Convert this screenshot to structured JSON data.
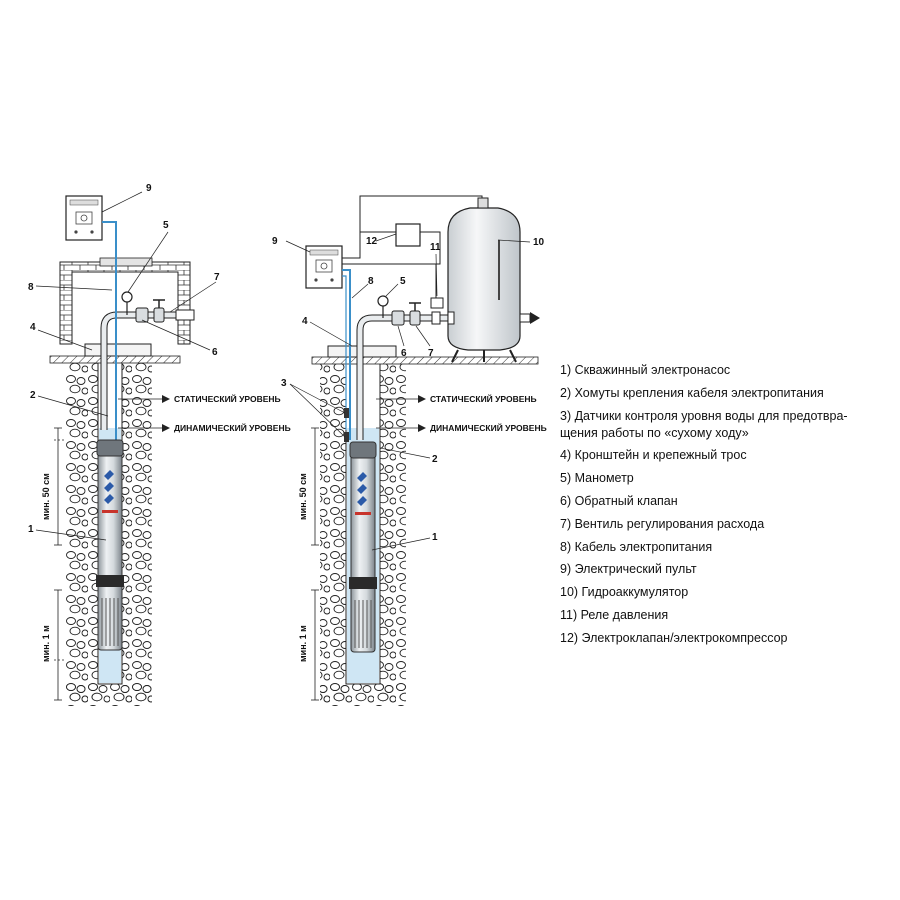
{
  "left": {
    "labels": [
      "9",
      "5",
      "7",
      "8",
      "4",
      "6",
      "2",
      "1"
    ],
    "static_level": "СТАТИЧЕСКИЙ УРОВЕНЬ",
    "dynamic_level": "ДИНАМИЧЕСКИЙ УРОВЕНЬ",
    "min_50": "мин. 50 см",
    "min_1m": "мин. 1 м"
  },
  "right": {
    "labels": [
      "9",
      "12",
      "11",
      "10",
      "8",
      "5",
      "4",
      "6",
      "7",
      "3",
      "2",
      "1"
    ],
    "static_level": "СТАТИЧЕСКИЙ УРОВЕНЬ",
    "dynamic_level": "ДИНАМИЧЕСКИЙ УРОВЕНЬ",
    "min_50": "мин. 50 см",
    "min_1m": "мин. 1 м"
  },
  "legend": [
    "1) Скважинный электронасос",
    "2) Хомуты крепления кабеля электропитания",
    "3) Датчики контроля уровня воды для предотвра-",
    "щения работы по «сухому ходу»",
    "4) Кронштейн и крепежный трос",
    "5) Манометр",
    "6) Обратный клапан",
    "7) Вентиль регулирования расхода",
    "8) Кабель электропитания",
    "9) Электрический пульт",
    "10) Гидроаккумулятор",
    "11) Реле давления",
    "12) Электроклапан/электрокомпрессор"
  ],
  "colors": {
    "water": "#cfe6f4",
    "cable": "#3a8fc9",
    "pump_logo": "#2b5aa8",
    "pump_accent": "#c8342c"
  }
}
